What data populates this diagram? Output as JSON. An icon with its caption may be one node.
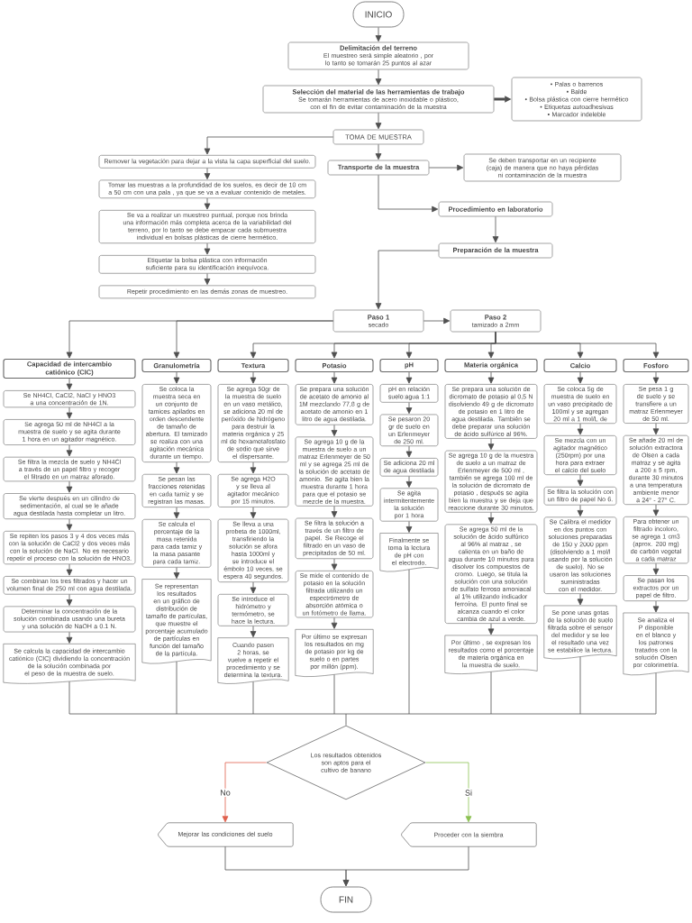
{
  "diagram": {
    "nodes": [
      {
        "text": [
          "INICIO"
        ]
      },
      {
        "text": [
          "Delimitación del terreno",
          "El muestreo será simple aleatorio , por lo tanto se tomarán 25 puntos al azar"
        ]
      },
      {
        "text": [
          "Selección del material de las herramientas de trabajo",
          "Se tomarán herramientas de acero inoxidable o plástico, con el fin de evitar contaminación de la muestra"
        ]
      },
      {
        "text": [
          "• Palas o barrenos",
          "• Balde",
          "• Bolsa plástica con cierre hermético",
          "• Etiquetas autoadhesivas",
          "• Marcador indeleble"
        ]
      },
      {
        "text": [
          "TOMA DE MUESTRA"
        ]
      },
      {
        "text": [
          "Remover la vegetación para dejar a la vista la capa superficial del suelo."
        ]
      },
      {
        "text": [
          "Tomar las muestras a la profundidad de los suelos, es decir de 10 cm a 50 cm con una pala , ya que se va a evaluar contenido de metales."
        ]
      },
      {
        "text": [
          "Se va a realizar un muestreo puntual, porque nos brinda una información más completa acerca de la variabilidad del terreno, por lo tanto se debe empacar cada submuestra individual en bolsas plásticas de cierre hermético."
        ]
      },
      {
        "text": [
          "Etiquetar la bolsa plástica con información suficiente para su identificación inequívoca."
        ]
      },
      {
        "text": [
          "Repetir procedimiento en las demás zonas de muestreo."
        ]
      },
      {
        "text": [
          "Transporte de la muestra"
        ]
      },
      {
        "text": [
          "Se deben transportar en un recipiente (caja) de manera que no haya pérdidas ni contaminación de la muestra"
        ]
      },
      {
        "text": [
          "Procedimiento en laboratorio"
        ]
      },
      {
        "text": [
          "Preparación de la muestra"
        ]
      },
      {
        "text": [
          "Paso 1",
          "secado"
        ]
      },
      {
        "text": [
          "Paso 2",
          "tamizado a 2mm"
        ]
      },
      {
        "text": [
          "Capacidad de intercambio catiónico (CIC)"
        ]
      },
      {
        "text": [
          "Se NH4Cl, CaCl2, NaCl y HNO3 a una concentración de 1N."
        ]
      },
      {
        "text": [
          "Se agrega 50 ml de NH4Cl a la muestra de suelo y se agita durante 1 hora en un agitador magnético."
        ]
      },
      {
        "text": [
          "Se filtra la mezcla de suelo y NH4Cl a través de un papel filtro y recoger el filtrado en un matraz aforado."
        ]
      },
      {
        "text": [
          "Se vierte después en un cilindro de sedimentación, al cual se le añade agua destilada hasta completar un litro."
        ]
      },
      {
        "text": [
          "Se repiten los pasos 3 y 4 dos veces más con la solución de CaCl2 y dos veces más con la solución de NaCl. No es necesario repetir el proceso con la solución de HNO3."
        ]
      },
      {
        "text": [
          "Se combinan los tres filtrados y hacer un volumen final de 250 ml con agua destilada."
        ]
      },
      {
        "text": [
          "Determinar la concentración de la solución combinada usando una bureta y una solución de NaOH a 0.1 N."
        ]
      },
      {
        "text": [
          "Se calcula la capacidad de intercambio catiónico (CIC) dividiendo la concentración de la solución combinada por el peso de la muestra de suelo."
        ]
      },
      {
        "text": [
          "Granulometría"
        ]
      },
      {
        "text": [
          "Se coloca la muestra seca en un conjunto de tamices apilados en orden descendente de tamaño de abertura. El tamizado se realiza con una agitación mecánica durante un tiempo."
        ]
      },
      {
        "text": [
          "Se pesan las fracciones retenidas en cada tamiz y se registran las masas."
        ]
      },
      {
        "text": [
          "Se calcula el porcentaje de la masa retenida para cada tamiz y la masa pasante para cada tamiz."
        ]
      },
      {
        "text": [
          "Se representan los resultados en un gráfico de distribución de tamaño de partículas, que muestre el porcentaje acumulado de partículas en función del tamaño de la partícula."
        ]
      },
      {
        "text": [
          "Textura"
        ]
      },
      {
        "text": [
          "Se agrega 50gr de la muestra de suelo en un vaso metálico, se adiciona 20 ml de peróxido de hidrógeno para destruir la materia orgánica y 25 ml de hexametafosfato de sodio que sirve el dispersante."
        ]
      },
      {
        "text": [
          "Se agrega H2O y se lleva al agitador mecánico por 15 minutos."
        ]
      },
      {
        "text": [
          "Se lleva a una probeta de 1000ml, transfiriendo la solución se afora hasta 1000ml y se introduce el émbolo 10 veces, se espera 40 segundos."
        ]
      },
      {
        "text": [
          "Se introduce el hidrómetro y termómetro, se hace la lectura."
        ]
      },
      {
        "text": [
          "Cuando pasen 2 horas, se vuelve a repetir el procedimiento y se determina la textura."
        ]
      },
      {
        "text": [
          "Potasio"
        ]
      },
      {
        "text": [
          "Se prepara una solución de acetato de amonio al 1M mezclando 77,8 g de acetato de amonio en 1 litro de agua destilada."
        ]
      },
      {
        "text": [
          "Se agrega 10 g de la muestra de suelo a un matraz Erlenmeyer de 50 ml y se agrega 25 ml de la solución de acetato de amonio. Se agita bien la muestra durante 1 hora para que el potasio se mezcle de la muestra."
        ]
      },
      {
        "text": [
          "Se filtra la solución a través de un filtro de papel. Se Recoge el filtrado en un vaso de precipitados de 50 ml."
        ]
      },
      {
        "text": [
          "Se mide el contenido de potasio en la solución filtrada utilizando un espectrómetro de absorción atómica o un fotómetro de llama."
        ]
      },
      {
        "text": [
          "Por último se expresan los resultados en mg de potasio por kg de suelo o en partes por millón (ppm)."
        ]
      },
      {
        "text": [
          "pH"
        ]
      },
      {
        "text": [
          "pH en relación suelo:agua 1:1"
        ]
      },
      {
        "text": [
          "Se pesaron 20 gr de suelo en un Erlenmeyer de 250 ml."
        ]
      },
      {
        "text": [
          "Se adiciona 20 ml de agua destilada"
        ]
      },
      {
        "text": [
          "Se agita intermitentemente la solución por 1 hora"
        ]
      },
      {
        "text": [
          "Finalmente se toma la lectura de pH con el electrodo."
        ]
      },
      {
        "text": [
          "Materia orgánica"
        ]
      },
      {
        "text": [
          "Se prepara una solución de dicromato de potasio al 0,5 N disolviendo 49 g de dicromato de potasio en 1 litro de agua destilada. También se debe preparar una solución de ácido sulfúrico al 96%."
        ]
      },
      {
        "text": [
          "Se agrega 10 g de la muestra de suelo a un matraz de Erlenmeyer de 500 ml , también se agrega 100 ml de la solución de dicromato de potasio , después se agita bien la muestra y se deja que reaccione durante 30 minutos."
        ]
      },
      {
        "text": [
          "Se agrega 50 ml de la solución de ácido sulfúrico al 96% al matraz , se calienta en un baño de agua durante 10 minutos para disolver los compuestos de cromo. Luego, se titula la solución con una solución de sulfato ferroso amoniacal al 1% utilizando indicador ferroína. El punto final se alcanza cuando el color cambia de azul a verde."
        ]
      },
      {
        "text": [
          "Por último , se expresan los resultados como el porcentaje de materia orgánica en la muestra de suelo."
        ]
      },
      {
        "text": [
          "Calcio"
        ]
      },
      {
        "text": [
          "Se coloca 5g de muestra de suelo en un vaso precipitado de 100ml y se agregan 20 ml a 1 mol/L de"
        ]
      },
      {
        "text": [
          "Se mezcla con un agitador magnético (250rpm) por una hora para extraer el calcio del suelo"
        ]
      },
      {
        "text": [
          "Se filtra la solución con un filtro de papel No 6."
        ]
      },
      {
        "text": [
          "Se Calibra el medidor en dos puntos con soluciones preparadas de 150 y 2000 ppm (disolviendo a 1 mol/l usando por la solución de suelo). No se usaron las soluciones suministradas con el medidor."
        ]
      },
      {
        "text": [
          "Se pone unas gotas de la solución de suelo filtrada sobre el sensor del medidor y se lee el resultado una vez se estabilice la lectura."
        ]
      },
      {
        "text": [
          "Fosforo"
        ]
      },
      {
        "text": [
          "Se pesa 1 g de suelo y se transfiere a un matraz Erlenmeyer de 50 ml."
        ]
      },
      {
        "text": [
          "Se añade 20 ml de solución extractora de Olsen a cada matraz y se agita a 200 ± 5 rpm, durante 30 minutos a una temperatura ambiente menor a 24° - 27° C."
        ]
      },
      {
        "text": [
          "Para obtener un filtrado incoloro, se agrega 1 cm3 (aprox. 200 mg) de carbón vegetal a cada matraz"
        ]
      },
      {
        "text": [
          "Se pasan los extractos por un papel de filtro."
        ]
      },
      {
        "text": [
          "Se analiza el P disponible en el blanco y los patrones tratados con la solución Olsen por colorimetría."
        ]
      },
      {
        "text": [
          "Los resultados obtenidos son aptos para el cultivo de banano"
        ]
      },
      {
        "text": [
          "Mejorar las condiciones del suelo"
        ]
      },
      {
        "text": [
          "Proceder con la siembra"
        ]
      },
      {
        "text": [
          "FIN"
        ]
      }
    ],
    "edges": [
      {
        "from": 0,
        "to": 1,
        "arrow": "to"
      },
      {
        "from": 1,
        "to": 2,
        "arrow": "to"
      },
      {
        "from": 2,
        "to": 3,
        "arrow": "to",
        "style": "thick"
      },
      {
        "from": 2,
        "to": 4,
        "arrow": "to"
      },
      {
        "from": 4,
        "to": 5,
        "arrow": "to"
      },
      {
        "from": 5,
        "to": 6,
        "arrow": "to"
      },
      {
        "from": 6,
        "to": 7,
        "arrow": "to"
      },
      {
        "from": 7,
        "to": 8,
        "arrow": "to"
      },
      {
        "from": 8,
        "to": 9,
        "arrow": "to"
      },
      {
        "from": 4,
        "to": 10,
        "arrow": "to"
      },
      {
        "from": 10,
        "to": 11,
        "arrow": "to"
      },
      {
        "from": 10,
        "to": 12,
        "arrow": "to"
      },
      {
        "from": 12,
        "to": 13,
        "arrow": "to"
      },
      {
        "from": 13,
        "to": 14,
        "arrow": "to"
      },
      {
        "from": 14,
        "to": 15,
        "arrow": "to"
      },
      {
        "from": 14,
        "to": 16,
        "arrow": "to"
      },
      {
        "from": 14,
        "to": 25,
        "arrow": "to"
      },
      {
        "from": 15,
        "to": 30,
        "arrow": "to"
      },
      {
        "from": 15,
        "to": 36,
        "arrow": "to"
      },
      {
        "from": 15,
        "to": 42,
        "arrow": "to"
      },
      {
        "from": 15,
        "to": 48,
        "arrow": "to"
      },
      {
        "from": 15,
        "to": 53,
        "arrow": "to"
      },
      {
        "from": 15,
        "to": 59,
        "arrow": "to"
      },
      {
        "from": 16,
        "to": 17,
        "arrow": "to"
      },
      {
        "from": 17,
        "to": 18,
        "arrow": "to"
      },
      {
        "from": 18,
        "to": 19,
        "arrow": "to"
      },
      {
        "from": 19,
        "to": 20,
        "arrow": "to"
      },
      {
        "from": 20,
        "to": 21,
        "arrow": "to"
      },
      {
        "from": 21,
        "to": 22,
        "arrow": "to"
      },
      {
        "from": 22,
        "to": 23,
        "arrow": "to"
      },
      {
        "from": 23,
        "to": 24,
        "arrow": "to"
      },
      {
        "from": 25,
        "to": 26,
        "arrow": "to"
      },
      {
        "from": 26,
        "to": 27,
        "arrow": "to"
      },
      {
        "from": 27,
        "to": 28,
        "arrow": "to"
      },
      {
        "from": 28,
        "to": 29,
        "arrow": "to"
      },
      {
        "from": 30,
        "to": 31,
        "arrow": "to"
      },
      {
        "from": 31,
        "to": 32,
        "arrow": "to"
      },
      {
        "from": 32,
        "to": 33,
        "arrow": "to"
      },
      {
        "from": 33,
        "to": 34,
        "arrow": "to"
      },
      {
        "from": 34,
        "to": 35,
        "arrow": "to"
      },
      {
        "from": 36,
        "to": 37,
        "arrow": "to"
      },
      {
        "from": 37,
        "to": 38,
        "arrow": "to"
      },
      {
        "from": 38,
        "to": 39,
        "arrow": "to"
      },
      {
        "from": 39,
        "to": 40,
        "arrow": "to"
      },
      {
        "from": 40,
        "to": 41,
        "arrow": "to"
      },
      {
        "from": 42,
        "to": 43,
        "arrow": "to"
      },
      {
        "from": 43,
        "to": 44,
        "arrow": "to"
      },
      {
        "from": 44,
        "to": 45,
        "arrow": "to"
      },
      {
        "from": 45,
        "to": 46,
        "arrow": "to"
      },
      {
        "from": 46,
        "to": 47,
        "arrow": "to"
      },
      {
        "from": 48,
        "to": 49,
        "arrow": "to"
      },
      {
        "from": 49,
        "to": 50,
        "arrow": "to"
      },
      {
        "from": 50,
        "to": 51,
        "arrow": "to"
      },
      {
        "from": 51,
        "to": 52,
        "arrow": "to"
      },
      {
        "from": 53,
        "to": 54,
        "arrow": "to"
      },
      {
        "from": 54,
        "to": 55,
        "arrow": "to"
      },
      {
        "from": 55,
        "to": 56,
        "arrow": "to"
      },
      {
        "from": 56,
        "to": 57,
        "arrow": "to"
      },
      {
        "from": 57,
        "to": 58,
        "arrow": "to"
      },
      {
        "from": 59,
        "to": 60,
        "arrow": "to"
      },
      {
        "from": 60,
        "to": 61,
        "arrow": "to"
      },
      {
        "from": 61,
        "to": 62,
        "arrow": "to"
      },
      {
        "from": 62,
        "to": 63,
        "arrow": "to"
      },
      {
        "from": 63,
        "to": 64,
        "arrow": "to"
      },
      {
        "from": 24,
        "to": 65,
        "arrow": "none"
      },
      {
        "from": 29,
        "to": 65,
        "arrow": "none"
      },
      {
        "from": 35,
        "to": 65,
        "arrow": "none"
      },
      {
        "from": 41,
        "to": 65,
        "arrow": "none"
      },
      {
        "from": 47,
        "to": 65,
        "arrow": "none"
      },
      {
        "from": 52,
        "to": 65,
        "arrow": "none"
      },
      {
        "from": 58,
        "to": 65,
        "arrow": "none"
      },
      {
        "from": 64,
        "to": 65,
        "arrow": "none"
      },
      {
        "from": 65,
        "to": 66,
        "arrow": "to",
        "label": "No",
        "color": "#e0604c"
      },
      {
        "from": 65,
        "to": 67,
        "arrow": "to",
        "label": "Si",
        "color": "#8cc152"
      },
      {
        "from": 66,
        "to": 68,
        "arrow": "to"
      },
      {
        "from": 67,
        "to": 68,
        "arrow": "to"
      }
    ]
  }
}
